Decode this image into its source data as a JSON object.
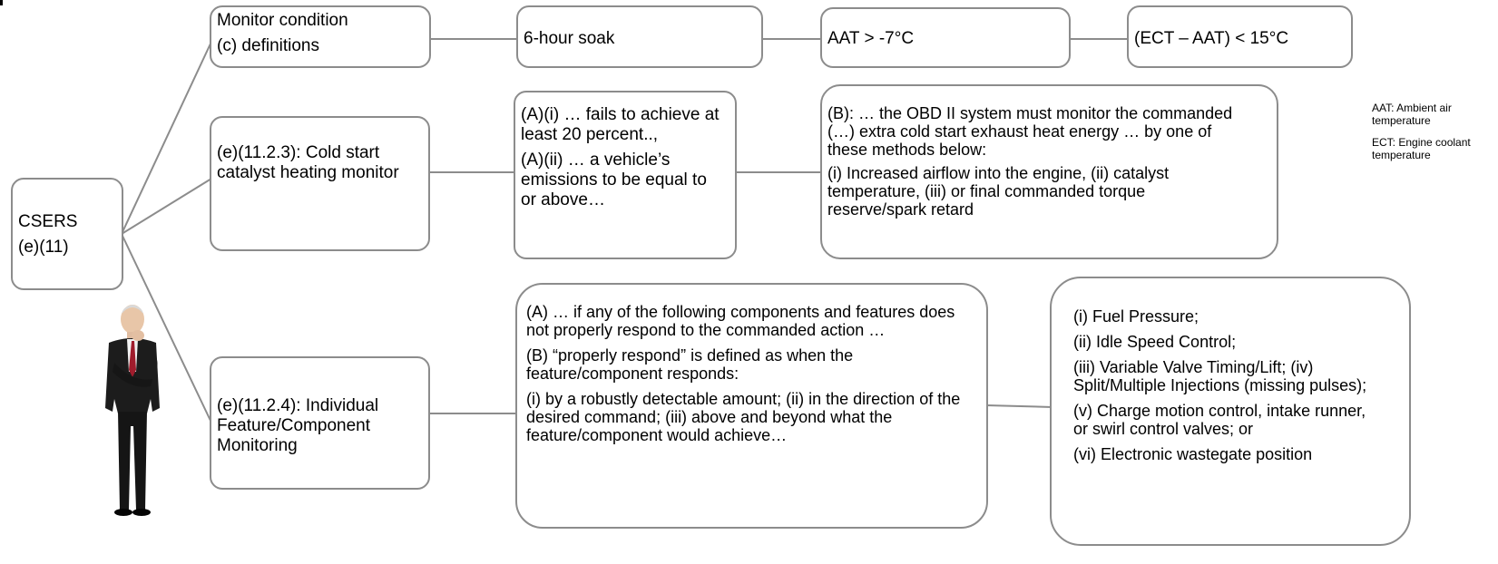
{
  "boxes": {
    "root": {
      "line1": "CSERS",
      "line2": "(e)(11)"
    },
    "monitor_condition": {
      "line1": "Monitor condition",
      "line2": "(c) definitions"
    },
    "soak": {
      "text": "6-hour soak"
    },
    "aat": {
      "text": "AAT  > -7°C"
    },
    "ect": {
      "text": "(ECT – AAT) < 15°C"
    },
    "cold_start": {
      "text": "(e)(11.2.3): Cold start catalyst heating monitor"
    },
    "fails": {
      "p1": "(A)(i) … fails to achieve at least 20 percent..,",
      "p2": " (A)(ii) … a vehicle’s emissions to be equal to or above…"
    },
    "obd": {
      "p1": "(B): … the OBD II system must monitor the commanded (…) extra cold start exhaust heat energy … by one of these methods below:",
      "p2": "(i) Increased airflow into the engine, (ii) catalyst temperature, (iii) or final commanded torque reserve/spark retard"
    },
    "individual": {
      "text": "(e)(11.2.4): Individual Feature/Component Monitoring"
    },
    "respond": {
      "p1": "(A) … if any of the following components and features does not properly respond to the commanded action …",
      "p2": "(B) “properly respond” is defined as when the feature/component responds:",
      "p3": "(i)  by a robustly detectable amount; (ii) in the direction of the desired command; (iii) above and beyond what the feature/component would achieve…"
    },
    "components": {
      "items": [
        "(i) Fuel Pressure;",
        "(ii) Idle Speed Control;",
        "(iii) Variable Valve Timing/Lift; (iv) Split/Multiple Injections (missing pulses);",
        "(v) Charge motion control, intake runner, or swirl control valves; or",
        "(vi) Electronic wastegate position"
      ]
    }
  },
  "notes": {
    "aat": "AAT:  Ambient air temperature",
    "ect": "ECT: Engine coolant temperature"
  },
  "colors": {
    "border": "#8c8c8c",
    "connector": "#8c8c8c"
  },
  "icons": {
    "person": "thinking-businessman-figure"
  }
}
